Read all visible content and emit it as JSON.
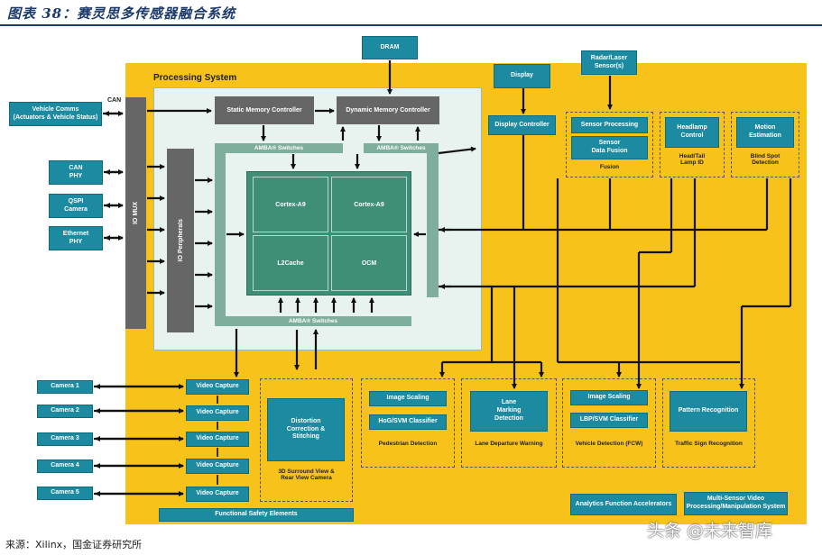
{
  "header": {
    "title": "图表 38：赛灵思多传感器融合系统"
  },
  "footer": {
    "source": "来源：Xilinx，国金证券研究所",
    "watermark": "头条 @未来智库"
  },
  "colors": {
    "accent_yellow": "#f7c21a",
    "block_teal": "#1c8aa0",
    "title_blue": "#1b3a6b"
  },
  "diagram": {
    "processing_system": "Processing System",
    "dram": "DRAM",
    "can": "CAN",
    "vehicle_comms": "Vehicle Comms\n(Actuators & Vehicle Status)",
    "can_phy": "CAN\nPHY",
    "qspi_camera": "QSPI\nCamera",
    "ethernet_phy": "Ethernet\nPHY",
    "io_mux": "IO MUX",
    "io_peripherals": "IO Peripherals",
    "static_mem": "Static Memory Controller",
    "dynamic_mem": "Dynamic Memory Controller",
    "amba_left": "AMBA® Switches",
    "amba_right": "AMBA® Switches",
    "amba_bottom": "AMBA® Switches",
    "cortex_1": "Cortex-A9",
    "cortex_2": "Cortex-A9",
    "l2cache": "L2Cache",
    "ocm": "OCM",
    "display": "Display",
    "display_controller": "Display Controller",
    "radar_laser": "Radar/Laser\nSensor(s)",
    "sensor_processing": "Sensor Processing",
    "sensor_data_fusion": "Sensor\nData Fusion",
    "fusion": "Fusion",
    "headlamp_control": "Headlamp\nControl",
    "headtail_lamp": "Head/Tail\nLamp ID",
    "motion_estimation": "Motion\nEstimation",
    "blind_spot": "Blind Spot\nDetection",
    "cameras": [
      "Camera 1",
      "Camera 2",
      "Camera 3",
      "Camera 4",
      "Camera 5"
    ],
    "video_capture": [
      "Video Capture",
      "Video Capture",
      "Video Capture",
      "Video Capture",
      "Video Capture"
    ],
    "distortion": "Distortion\nCorrection &\nStitching",
    "surround_view": "3D Surround View &\nRear View Camera",
    "image_scaling_1": "Image Scaling",
    "hog_svm": "HoG/SVM Classifier",
    "pedestrian_detection": "Pedestrian Detection",
    "lane_marking": "Lane\nMarking\nDetection",
    "lane_departure": "Lane Departure Warning",
    "image_scaling_2": "Image Scaling",
    "lbp_svm": "LBP/SVM Classifier",
    "vehicle_detection": "Vehicle Detection (FCW)",
    "pattern_recognition": "Pattern Recognition",
    "traffic_sign": "Traffic Sign Recognition",
    "analytics": "Analytics Function Accelerators",
    "multi_sensor": "Multi-Sensor Video\nProcessing/Manipulation System",
    "functional_safety": "Functional Safety Elements"
  }
}
